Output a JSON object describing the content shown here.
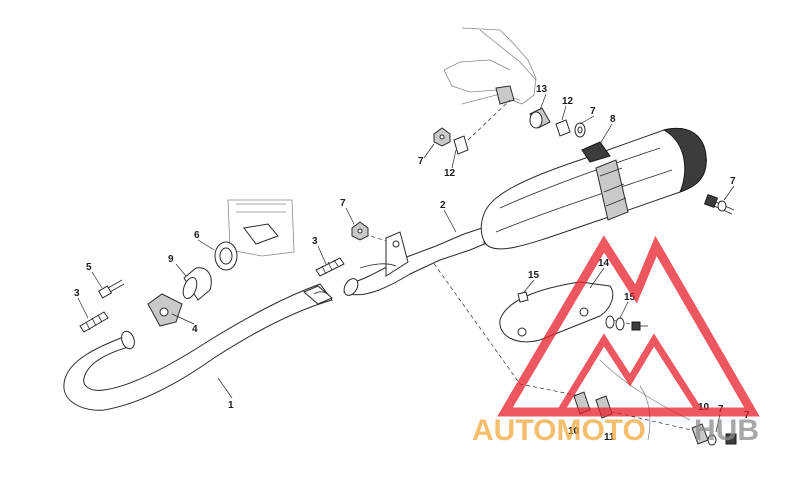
{
  "diagram": {
    "callouts": {
      "c1": "1",
      "c2": "2",
      "c3a": "3",
      "c3b": "3",
      "c4": "4",
      "c5": "5",
      "c6": "6",
      "c7a": "7",
      "c7b": "7",
      "c7c": "7",
      "c7d": "7",
      "c7e": "7",
      "c7f": "7",
      "c8": "8",
      "c9": "9",
      "c10a": "10",
      "c10b": "10",
      "c11": "11",
      "c12a": "12",
      "c12b": "12",
      "c13": "13",
      "c14": "14",
      "c15a": "15",
      "c15b": "15"
    }
  },
  "watermark": {
    "text_red": "AUTOMOTO",
    "text_grey": "HUB",
    "color_red": "#e8202a",
    "color_orange": "#f2a93b",
    "color_grey": "#8c8c8c"
  }
}
